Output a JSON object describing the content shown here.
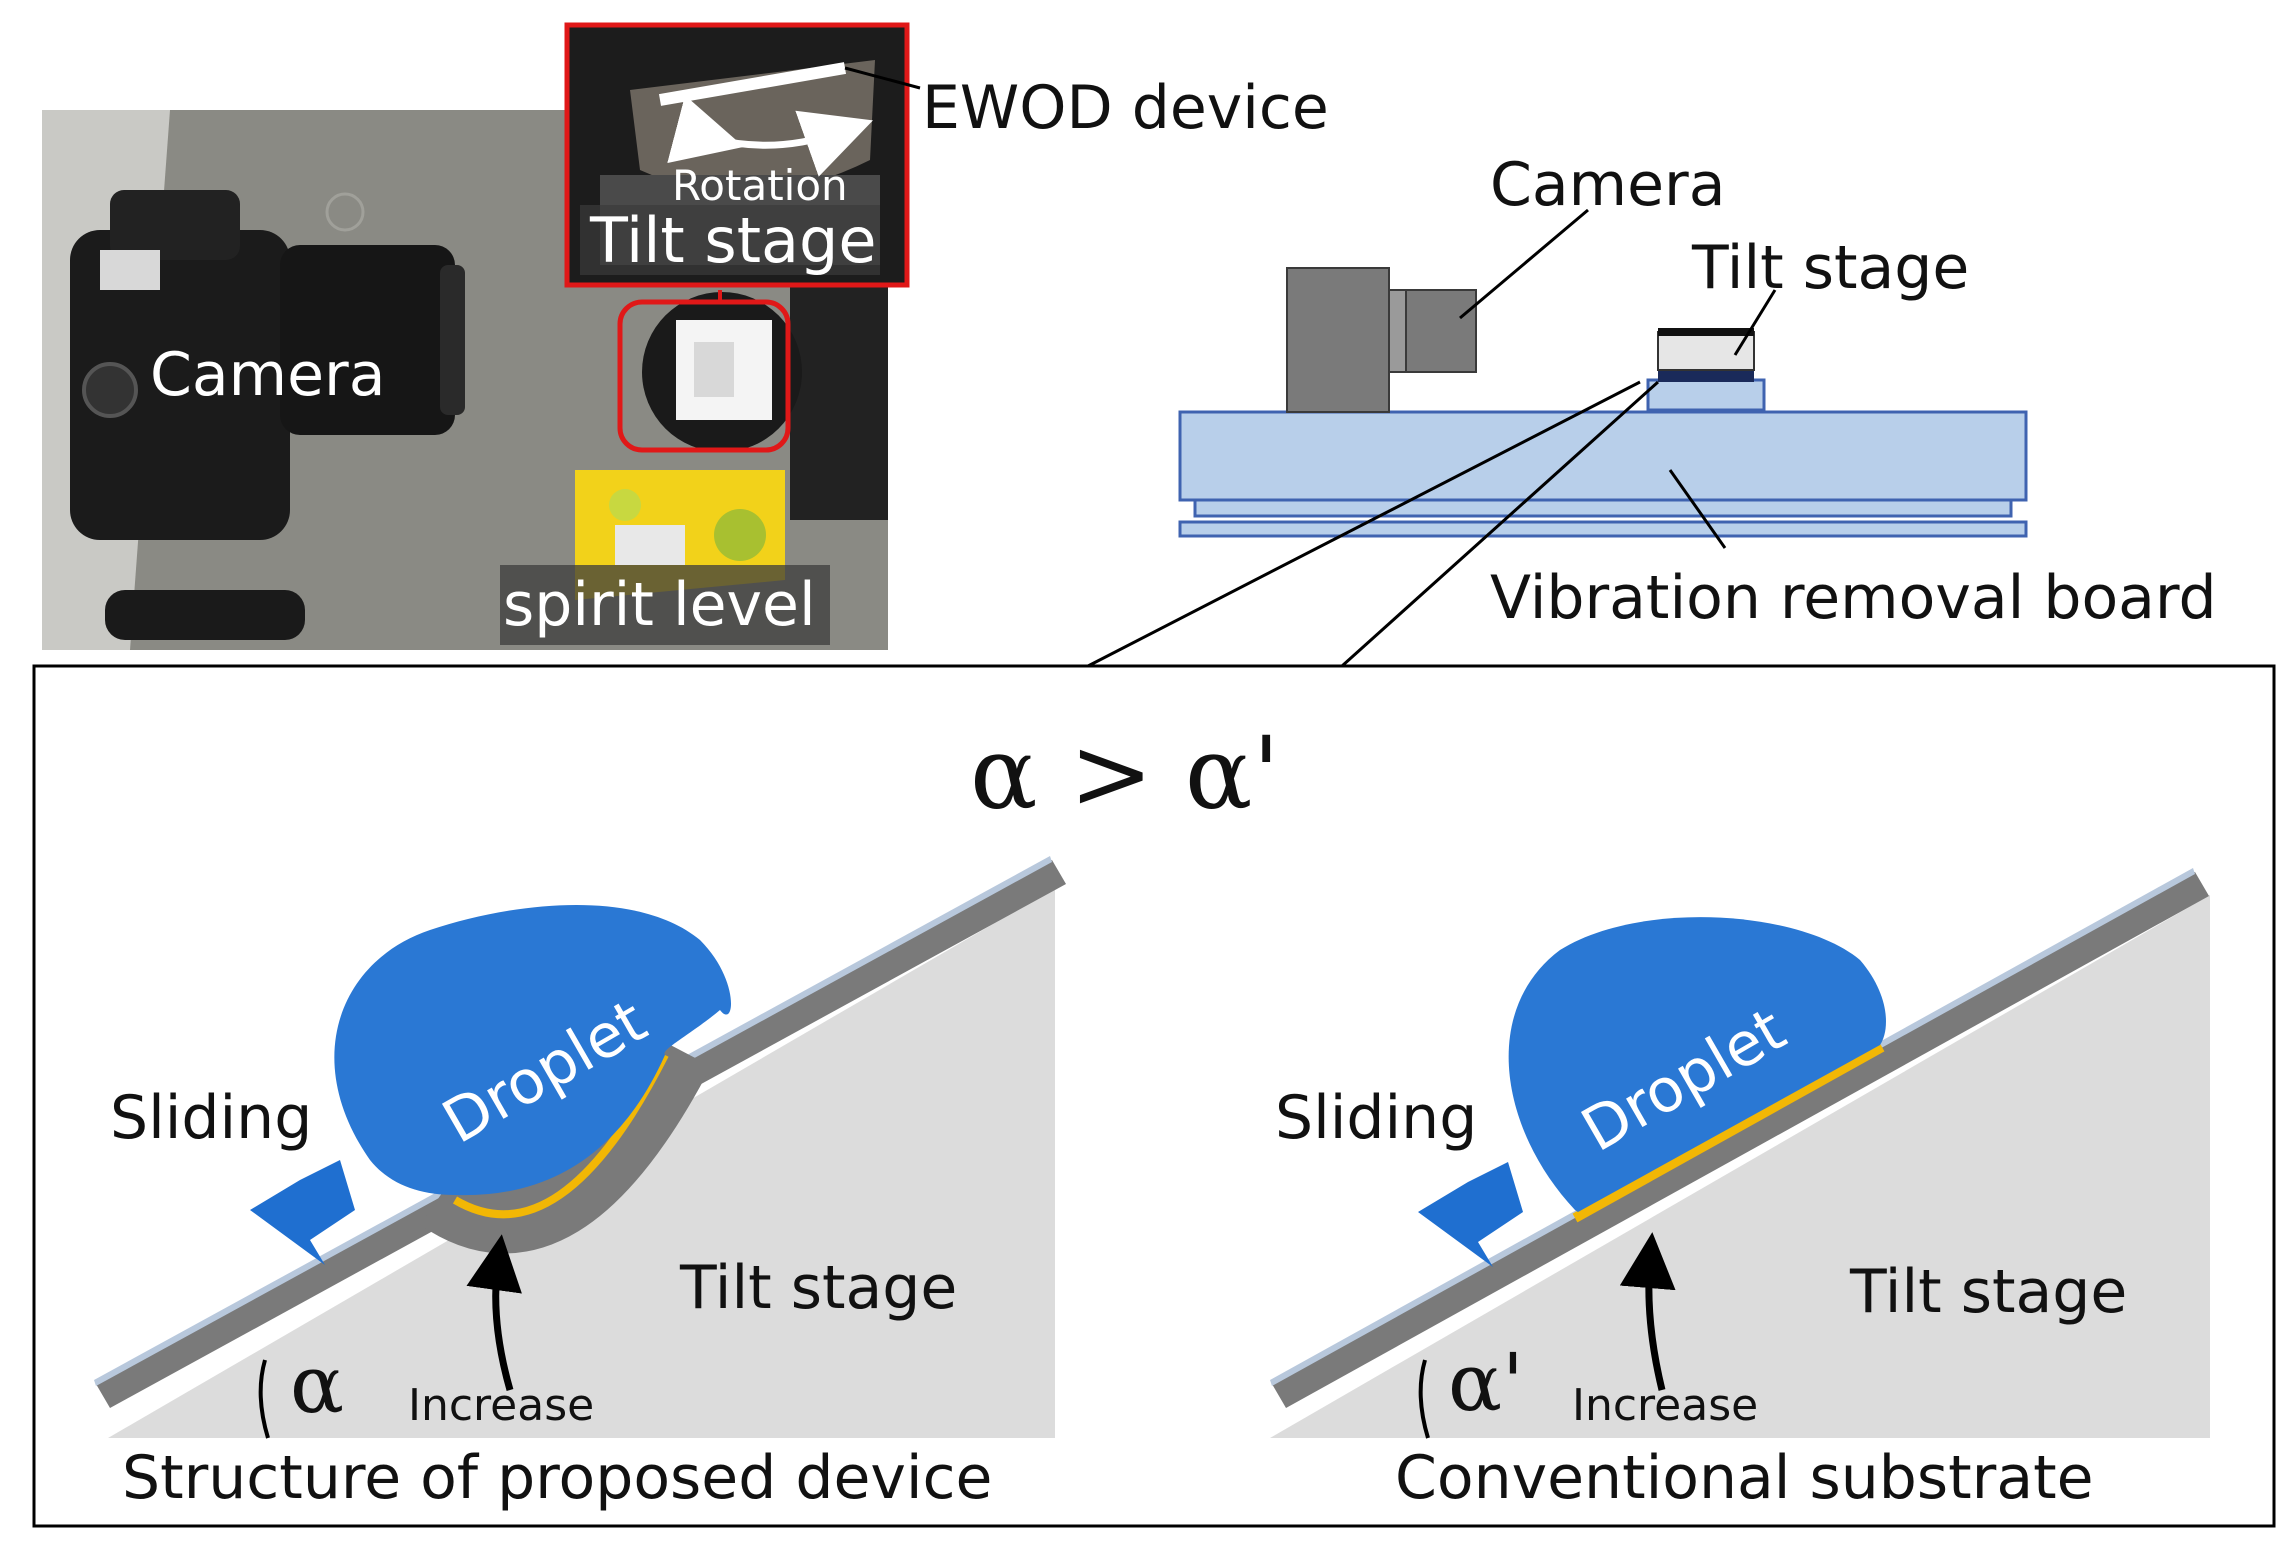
{
  "photo": {
    "ewod_label": "EWOD device",
    "rotation_label": "Rotation",
    "tilt_stage_label": "Tilt stage",
    "camera_label": "Camera",
    "spirit_level_label": "spirit level"
  },
  "schematic": {
    "camera_label": "Camera",
    "tilt_stage_label": "Tilt stage",
    "board_label": "Vibration removal board"
  },
  "detail": {
    "comparison": "α > α'",
    "left": {
      "droplet_label": "Droplet",
      "sliding_label": "Sliding",
      "tilt_stage_label": "Tilt stage",
      "angle_label": "α",
      "increase_label": "Increase",
      "caption": "Structure of proposed device"
    },
    "right": {
      "droplet_label": "Droplet",
      "sliding_label": "Sliding",
      "tilt_stage_label": "Tilt stage",
      "angle_label": "α'",
      "increase_label": "Increase",
      "caption": "Conventional substrate"
    }
  },
  "colors": {
    "droplet": "#2a78d4",
    "substrate": "#7a7a7a",
    "coating": "#b8c8dc",
    "electrode": "#f2b705",
    "stage": "#dcdcdc",
    "board": "#b8cfea",
    "board_stroke": "#3f63b0",
    "arrow": "#1f6fd0",
    "highlight": "#e01818"
  }
}
